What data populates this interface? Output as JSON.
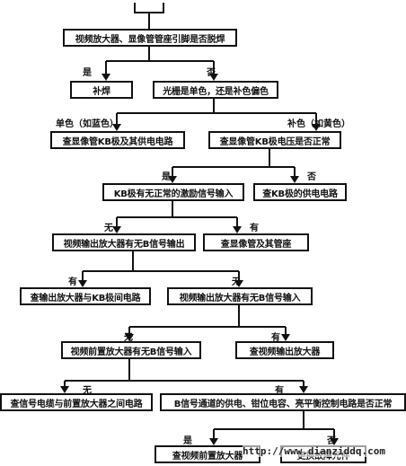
{
  "flowchart": {
    "nodes": {
      "start": "视频放大器、显像管管座引脚是否脱焊",
      "resolder": "补焊",
      "raster_color": "光栅是单色，还是补色偏色",
      "check_kb_circuit": "查显像管KB极及其供电电路",
      "check_kb_voltage": "查显像管KB极电压是否正常",
      "kb_drive_signal": "KB极有无正常的激励信号输入",
      "check_kb_supply": "查KB极的供电电路",
      "video_out_output": "视频输出放大器有无B信号输出",
      "check_crt_socket": "查显像管及其管座",
      "check_out_to_kb": "查输出放大器与KB极间电路",
      "video_out_input": "视频输出放大器有无B信号输入",
      "video_pre_input": "视频前置放大器有无B信号输入",
      "check_video_out_amp": "查视频输出放大器",
      "check_signal_cable": "查信号电缆与前置放大器之间电路",
      "b_channel_power": "B信号通道的供电、钳位电容、亮平衡控制电路是否正常",
      "check_pre_amp": "查视频前置放大器",
      "replace_faulty": "更换故障元件"
    },
    "edge_labels": {
      "yes_1": "是",
      "no_1": "否",
      "single_color": "单色（如蓝色）",
      "complement_color": "补色（如黄色）",
      "yes_2": "是",
      "no_2": "否",
      "no_3": "无",
      "has_1": "有",
      "has_2": "有",
      "no_4": "无",
      "no_5": "无",
      "has_3": "有",
      "no_6": "无",
      "has_4": "有",
      "yes_3": "是",
      "no_7": "否"
    }
  },
  "watermark": "http://www.dianziddq.com"
}
